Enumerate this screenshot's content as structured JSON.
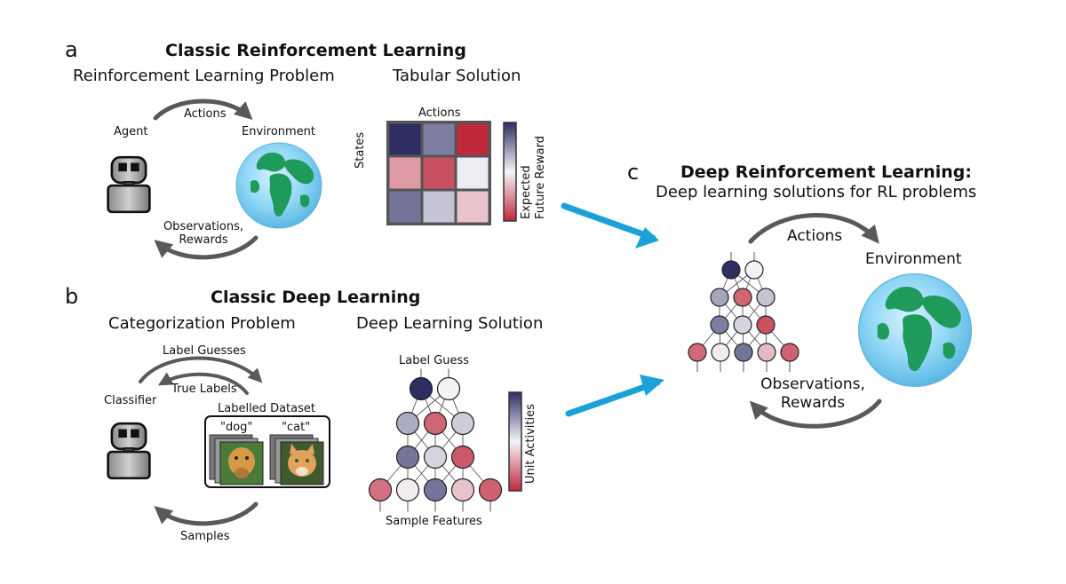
{
  "panel_a": {
    "letter": "a",
    "title": "Classic Reinforcement Learning",
    "problem_title": "Reinforcement Learning Problem",
    "solution_title": "Tabular Solution",
    "agent": "Agent",
    "environment": "Environment",
    "actions": "Actions",
    "observations": "Observations,",
    "rewards": "Rewards",
    "table_x_label": "Actions",
    "table_y_label": "States",
    "colorbar_label_1": "Expected",
    "colorbar_label_2": "Future Reward",
    "table_values": [
      [
        0.0,
        0.2,
        1.0
      ],
      [
        0.72,
        0.9,
        0.48
      ],
      [
        0.18,
        0.38,
        0.62
      ]
    ]
  },
  "panel_b": {
    "letter": "b",
    "title": "Classic Deep Learning",
    "problem_title": "Categorization Problem",
    "solution_title": "Deep Learning Solution",
    "label_guesses": "Label Guesses",
    "true_labels": "True Labels",
    "classifier": "Classifier",
    "dataset_title": "Labelled Dataset",
    "dog": "\"dog\"",
    "cat": "\"cat\"",
    "samples": "Samples",
    "label_guess": "Label Guess",
    "sample_features": "Sample Features",
    "colorbar_label": "Unit Activities"
  },
  "panel_c": {
    "letter": "c",
    "title": "Deep Reinforcement Learning:",
    "subtitle": "Deep learning solutions for RL problems",
    "actions": "Actions",
    "environment": "Environment",
    "observations": "Observations,",
    "rewards": "Rewards"
  },
  "colors": {
    "navy": "#3a3a6e",
    "red": "#c23548",
    "arrow_blue": "#1ba1d8",
    "ocean": "#7fd0f2",
    "land": "#1e9a5a",
    "arrow_gray": "#595959"
  }
}
